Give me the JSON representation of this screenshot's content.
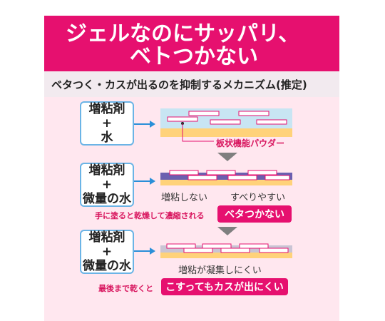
{
  "header": {
    "line1": "ジェルなのにサッパリ、",
    "line2": "ベトつかない"
  },
  "subtitle": "ベタつく・カスが出るのを抑制するメカニズム(推定)",
  "rows": [
    {
      "lines": [
        "増粘剤",
        "+",
        "水"
      ]
    },
    {
      "lines": [
        "増粘剤",
        "+",
        "微量の水"
      ]
    },
    {
      "lines": [
        "増粘剤",
        "+",
        "微量の水"
      ]
    }
  ],
  "labels": {
    "powder": "板状機能パウダー",
    "no_thicken": "増粘しない",
    "slippery": "すべりやすい",
    "step2_text": "手に塗ると乾燥して濃縮される",
    "step2_badge": "ベタつかない",
    "aggregate": "増粘が凝集しにくい",
    "step3_text": "最後まで乾くと",
    "step3_badge": "こすってもカスが出にくい"
  },
  "colors": {
    "magenta": "#e6106f",
    "blue": "#2a8fd8",
    "pink_bg": "#ffe7ef"
  }
}
